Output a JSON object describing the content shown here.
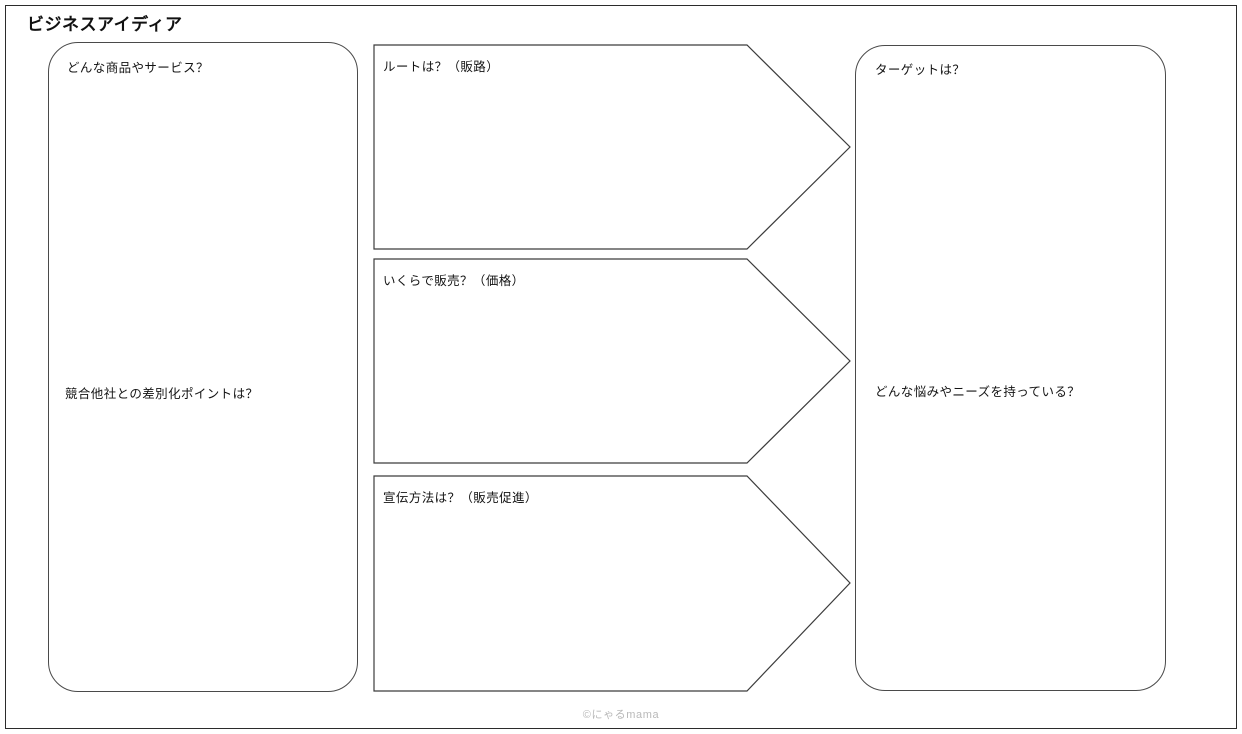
{
  "page": {
    "title": "ビジネスアイディア",
    "watermark": "©にゃるmama",
    "border_color": "#2b2b2b",
    "shape_stroke_color": "#3c3c3c",
    "background_color": "#ffffff",
    "text_color": "#141414",
    "watermark_color": "#b9b9b9"
  },
  "panels": {
    "product": {
      "name": "product-service-panel",
      "prompts": [
        {
          "text": "どんな商品やサービス？"
        },
        {
          "text": "競合他社との差別化ポイントは？"
        }
      ]
    },
    "target": {
      "name": "target-panel",
      "prompts": [
        {
          "text": "ターゲットは？"
        },
        {
          "text": "どんな悩みやニーズを持っている？"
        }
      ]
    }
  },
  "arrows": [
    {
      "id": "route",
      "label": "ルートは？（販路）"
    },
    {
      "id": "price",
      "label": "いくらで販売？（価格）"
    },
    {
      "id": "promo",
      "label": "宣伝方法は？（販売促進）"
    }
  ]
}
